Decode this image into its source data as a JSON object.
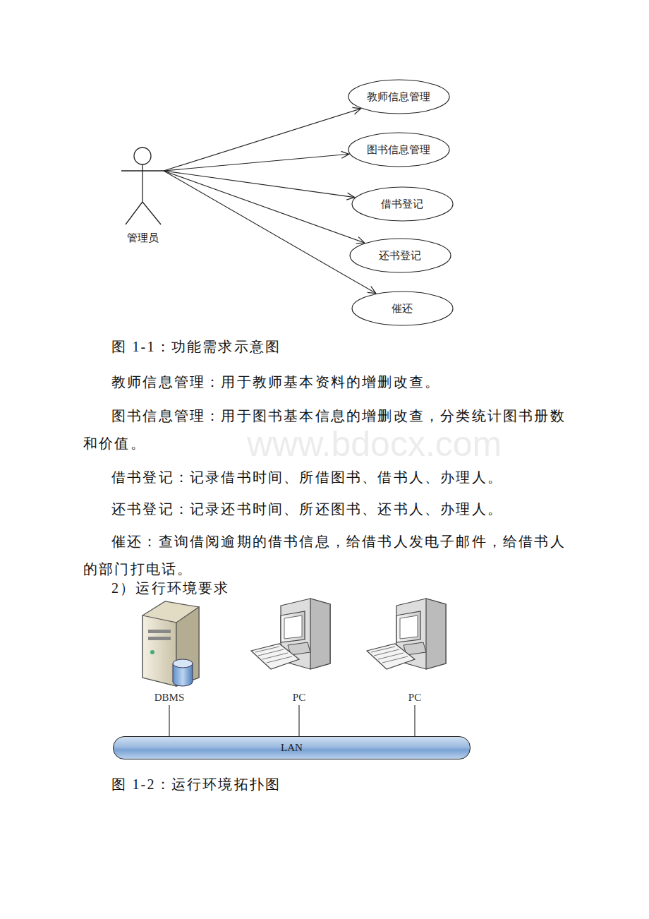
{
  "diagram": {
    "nodes": [
      {
        "text": [
          "管理员"
        ]
      },
      {
        "text": [
          "教师信息管理"
        ]
      },
      {
        "text": [
          "图书信息管理"
        ]
      },
      {
        "text": [
          "借书登记"
        ]
      },
      {
        "text": [
          "还书登记"
        ]
      },
      {
        "text": [
          "催还"
        ]
      },
      {
        "text": [
          "DBMS"
        ]
      },
      {
        "text": [
          "PC"
        ]
      },
      {
        "text": [
          "PC"
        ]
      },
      {
        "text": [
          "LAN"
        ]
      }
    ],
    "edges": [
      {
        "from": 0,
        "to": 1,
        "arrow": "to"
      },
      {
        "from": 0,
        "to": 2,
        "arrow": "to"
      },
      {
        "from": 0,
        "to": 3,
        "arrow": "to"
      },
      {
        "from": 0,
        "to": 4,
        "arrow": "to"
      },
      {
        "from": 0,
        "to": 5,
        "arrow": "to"
      },
      {
        "from": 6,
        "to": 9,
        "arrow": "none"
      },
      {
        "from": 7,
        "to": 9,
        "arrow": "none"
      },
      {
        "from": 8,
        "to": 9,
        "arrow": "none"
      }
    ],
    "labels": [
      "图 1-1：功能需求示意图",
      "教师信息管理：用于教师基本资料的增删改查。",
      "图书信息管理：用于图书基本信息的增删改查，分类统计图书册数和价值。",
      "借书登记：记录借书时间、所借图书、借书人、办理人。",
      "还书登记：记录还书时间、所还图书、还书人、办理人。",
      "催还：查询借阅逾期的借书信息，给借书人发电子邮件，给借书人的部门打电话。",
      "2）运行环境要求",
      "图 1-2：运行环境拓扑图",
      "www.bdocx.com"
    ]
  }
}
